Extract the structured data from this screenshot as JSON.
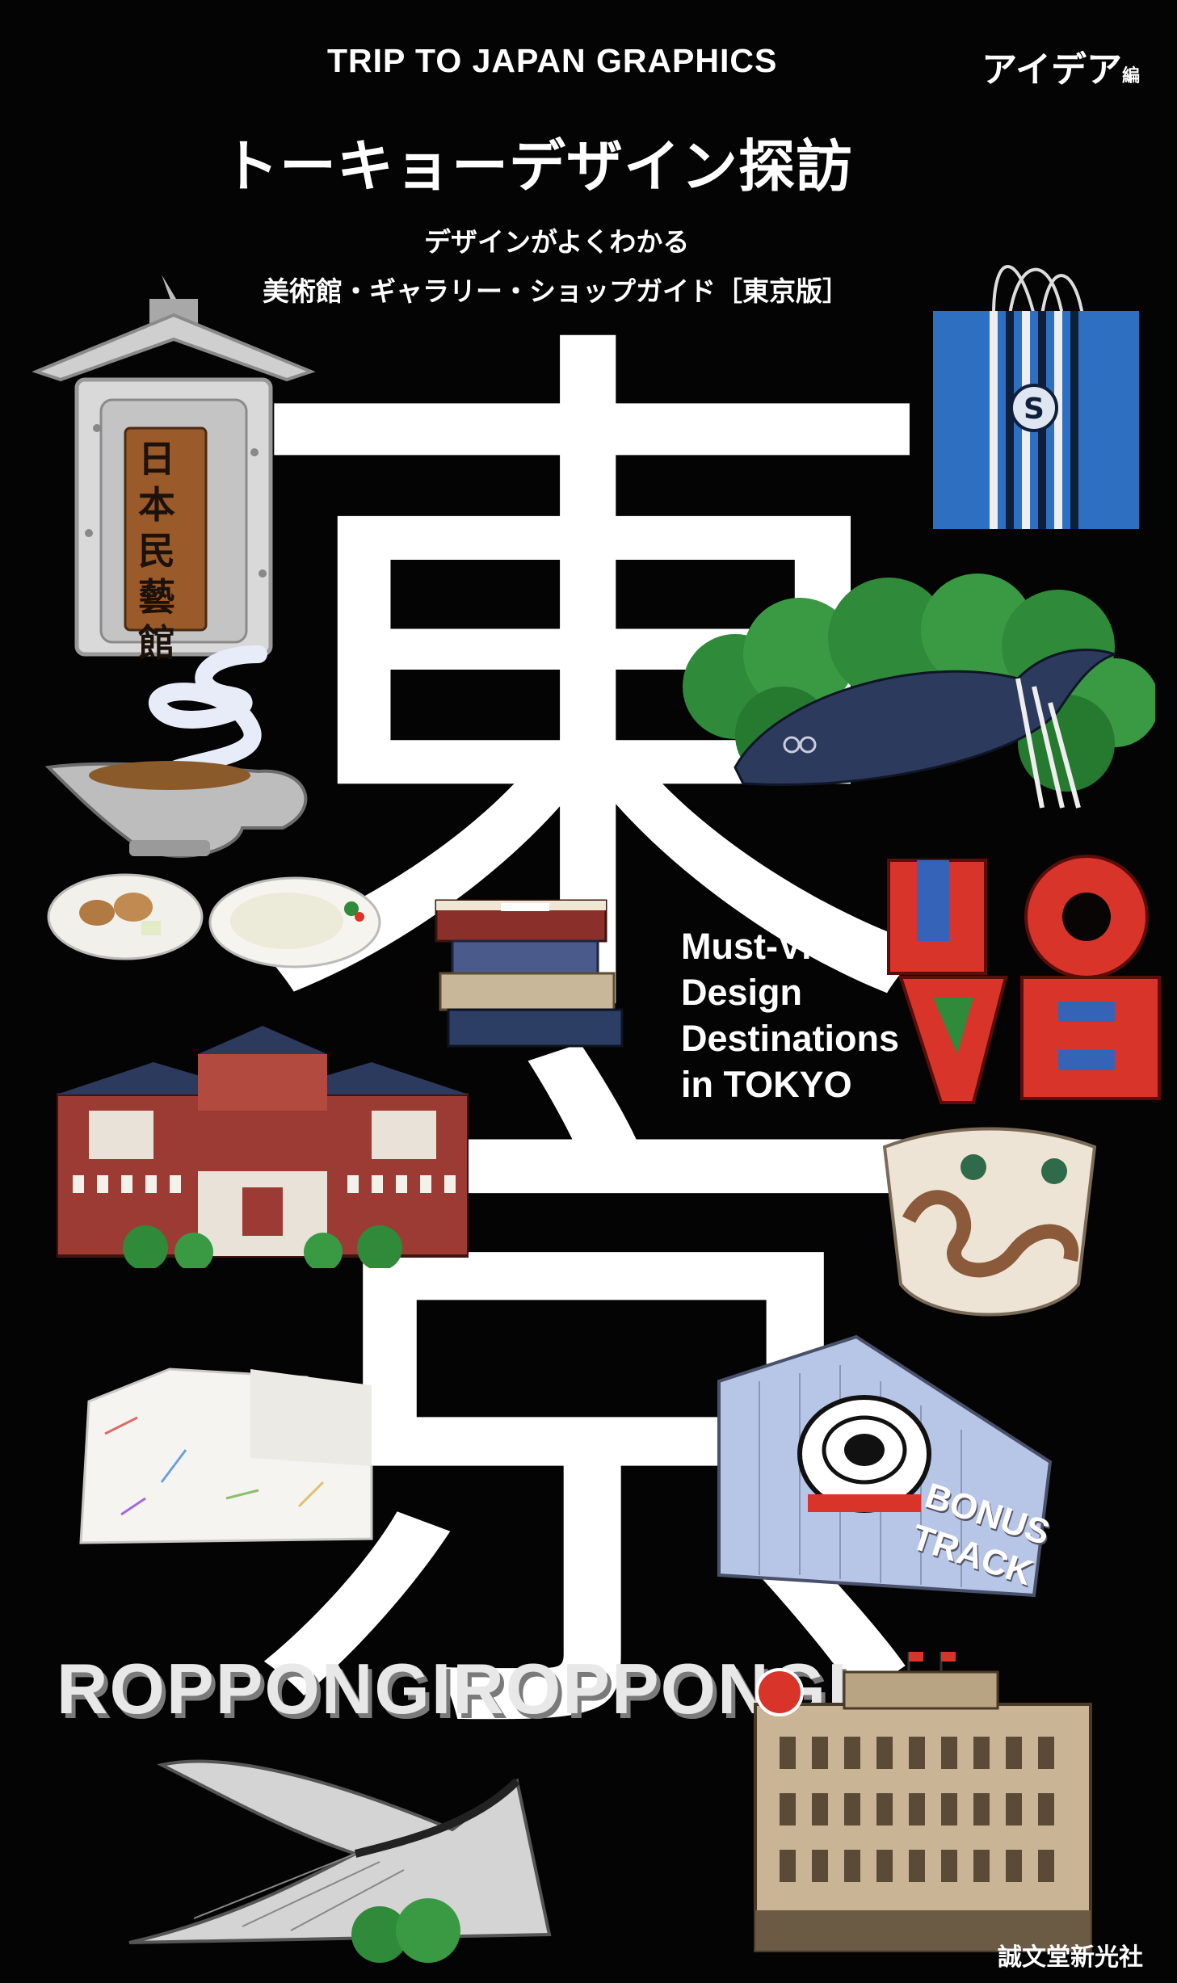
{
  "cover": {
    "series": "TRIP TO JAPAN GRAPHICS",
    "editor_brand": "アイデア",
    "editor_suffix": "編",
    "title": "トーキョーデザイン探訪",
    "subtitle_line1": "デザインがよくわかる",
    "subtitle_line2": "美術館・ギャラリー・ショップガイド［東京版］",
    "kanji_top": "東",
    "kanji_bottom": "京",
    "english_title": [
      "Must-Visit",
      "Design",
      "Destinations",
      "in TOKYO"
    ],
    "publisher": "誠文堂新光社"
  },
  "illustrations": {
    "mingeikan_sign": "日本民藝館",
    "roppongi_sign": "ROPPONGIROPPONGI",
    "bonus_track_sign": [
      "BONUS",
      "TRACK"
    ],
    "colors": {
      "background": "#050404",
      "text": "#ffffff",
      "love_red": "#d8342a",
      "bag_blue": "#2f6fc2",
      "station_brick": "#9b3b34",
      "whale_navy": "#2c3a5e",
      "forest_green": "#2f8a3a"
    }
  }
}
